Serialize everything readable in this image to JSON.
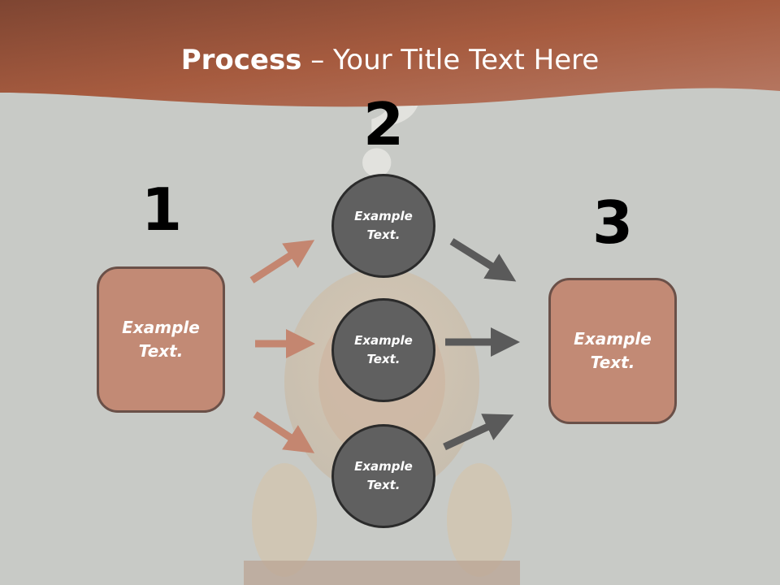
{
  "header": {
    "title_bold": "Process",
    "title_rest": " – Your Title Text Here"
  },
  "steps": {
    "one": {
      "number": "1",
      "text": "Example\nText."
    },
    "two": {
      "number": "2",
      "items": [
        "Example\nText.",
        "Example\nText.",
        "Example\nText."
      ]
    },
    "three": {
      "number": "3",
      "text": "Example\nText."
    }
  },
  "colors": {
    "header": "#a35a40",
    "box_fill": "#c28a75",
    "circle_fill": "#606060",
    "arrow_in": "#c48670",
    "arrow_out": "#5a5a5a"
  }
}
